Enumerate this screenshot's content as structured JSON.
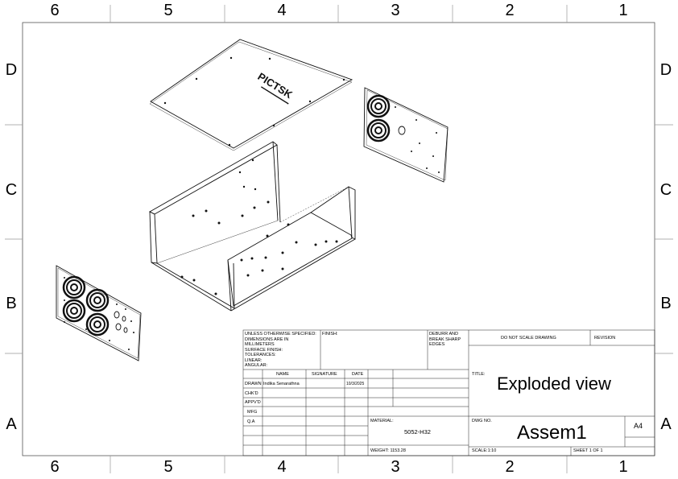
{
  "zones": {
    "columns_top": [
      "6",
      "5",
      "4",
      "3",
      "2",
      "1"
    ],
    "columns_bottom": [
      "6",
      "5",
      "4",
      "3",
      "2",
      "1"
    ],
    "rows_left": [
      "D",
      "C",
      "B",
      "A"
    ],
    "rows_right": [
      "D",
      "C",
      "B",
      "A"
    ]
  },
  "logo_text": "PICTSK",
  "title_block": {
    "tolerances_note": "UNLESS OTHERWISE SPECIFIED:\nDIMENSIONS ARE IN MILLIMETERS\nSURFACE FINISH:\nTOLERANCES:\n   LINEAR:\n   ANGULAR:",
    "finish_label": "FINISH:",
    "deburr_note": "DEBURR AND\nBREAK SHARP\nEDGES",
    "do_not_scale": "DO NOT SCALE DRAWING",
    "revision_label": "REVISION",
    "col_name": "NAME",
    "col_signature": "SIGNATURE",
    "col_date": "DATE",
    "row_drawn": "DRAWN",
    "row_chkd": "CHK'D",
    "row_appvd": "APPV'D",
    "row_mfg": "MFG",
    "row_qa": "Q.A",
    "drawn_name": "Indika Senarathna",
    "drawn_date": "10/3/2025",
    "title_label": "TITLE:",
    "title": "Exploded view",
    "material_label": "MATERIAL:",
    "material": "5052-H32",
    "dwg_no_label": "DWG NO.",
    "dwg_no": "Assem1",
    "sheet_size": "A4",
    "weight_label": "WEIGHT: 1153.28",
    "scale_label": "SCALE:1:10",
    "sheet_label": "SHEET 1 OF 1"
  }
}
